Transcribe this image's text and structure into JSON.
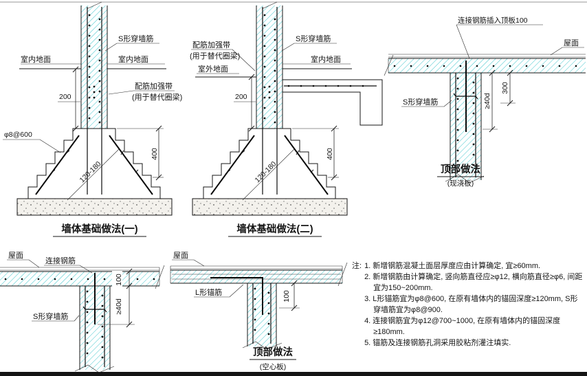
{
  "meta": {
    "background": "#ffffff",
    "line_color": "#141414",
    "hatch_color": "#3cc5cb"
  },
  "foundation1": {
    "title": "墙体基础做法(一)",
    "label_s_bar": "S形穿墙筋",
    "label_floor_left": "室内地面",
    "label_floor_right": "室内地面",
    "label_band1": "配筋加强带",
    "label_band2": "(用于替代圈梁)",
    "label_phi": "φ8@600",
    "dim_200": "200",
    "dim_400": "400",
    "dim_slope": "120-180"
  },
  "foundation2": {
    "title": "墙体基础做法(二)",
    "label_band1": "配筋加强带",
    "label_band2": "(用于替代圈梁)",
    "label_floor_out": "室外地面",
    "label_s_bar": "S形穿墙筋",
    "label_floor_in": "室内地面",
    "dim_200": "200",
    "dim_400": "400",
    "dim_slope": "120-180"
  },
  "top_cast": {
    "title": "顶部做法",
    "subtitle": "(现浇板)",
    "label_connect": "连接钢筋插入顶板100",
    "label_roof": "屋面",
    "label_s_bar": "S形穿墙筋",
    "dim_300": "300",
    "dim_40d": "≥40d"
  },
  "top_connect": {
    "label_roof": "屋面",
    "label_connect": "连接钢筋",
    "label_s_bar": "S形穿墙筋",
    "dim_100": "100",
    "dim_40d": "≥40d"
  },
  "top_hollow": {
    "title": "顶部做法",
    "subtitle": "(空心板)",
    "label_roof": "屋面",
    "label_l_bar": "L形锚筋",
    "dim_100": "100"
  },
  "notes": {
    "label": "注:",
    "items": [
      "1. 新增钢筋混凝土面层厚度应由计算确定, 宜≥60mm.",
      "2. 新增钢筋由计算确定, 竖向筋直径应≥φ12, 横向筋直径≥φ6, 间距宜为150~200mm.",
      "3. L形锚筋宜为φ8@600, 在原有墙体内的锚固深度≥120mm, S形穿墙筋宜为φ8@900.",
      "4. 连接钢筋宜为φ12@700~1000, 在原有墙体内的锚固深度≥180mm.",
      "5. 锚筋及连接钢筋孔洞采用胶粘剂灌注填实."
    ]
  }
}
